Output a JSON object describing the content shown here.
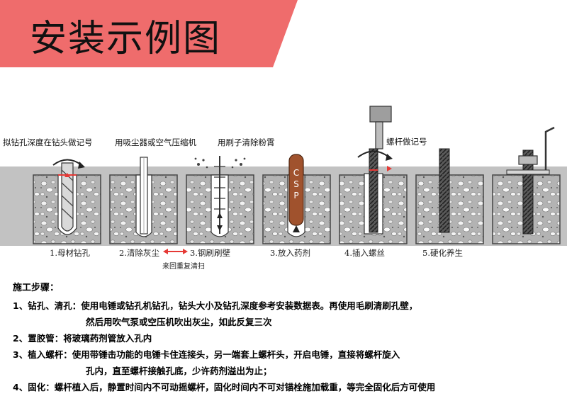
{
  "title": "安装示例图",
  "top_labels": [
    "拟钻孔深度在钻头做记号",
    "用吸尘器或空气压缩机",
    "用刷子清除粉霄",
    "螺杆做记号"
  ],
  "steps": [
    "1.母材钻孔",
    "2.清除灰尘",
    "3.钢刷刷壁",
    "3.放入药剂",
    "4.插入螺丝",
    "5.硬化养生"
  ],
  "repeat_note": "来回重复清扫",
  "capsule_text": "CSP",
  "instructions": {
    "heading": "施工步骤：",
    "lines": [
      "1、钻孔、清孔：使用电锤或钻孔机钻孔，钻头大小及钻孔深度参考安装数据表。再使用毛刷清刷孔壁，",
      "然后用吹气泵或空压机吹出灰尘，如此反复三次",
      "2、置胶管：将玻璃药剂管放入孔内",
      "3、植入螺杆：使用带锤击功能的电锤卡住连接头，另一端套上螺杆头，开启电锤，直接将螺杆旋入",
      "孔内，直至螺杆接触孔底，少许药剂溢出为止；",
      "4、固化：螺杆植入后，静置时间内不可动摇螺杆，固化时间内不可对锚栓施加载重，等完全固化后方可使用"
    ]
  },
  "colors": {
    "banner": "#ef6c6c",
    "ground": "#bdbdbd",
    "concrete": "#b6b6b6",
    "hole": "#ffffff",
    "capsule": "#a0522d",
    "arrow_red": "#e53935"
  }
}
